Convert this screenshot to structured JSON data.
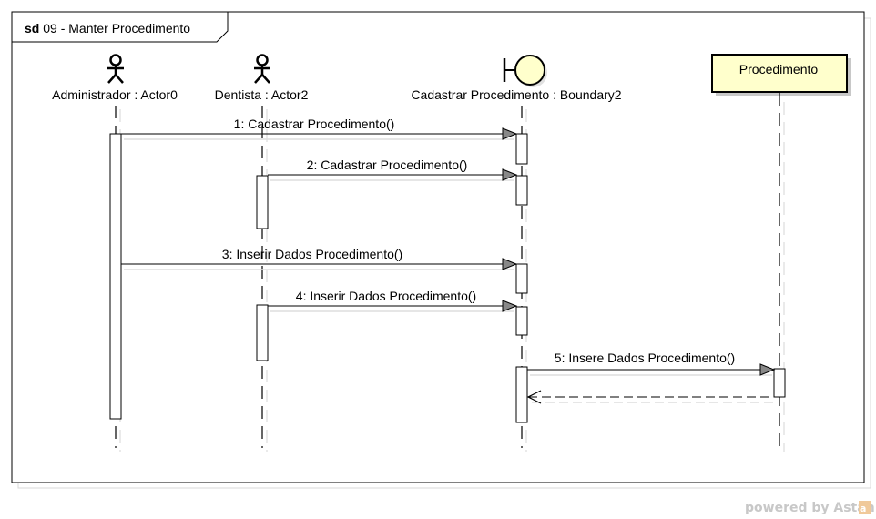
{
  "diagram": {
    "frame": {
      "keyword": "sd",
      "name": "09 - Manter Procedimento"
    },
    "lifelines": [
      {
        "id": "admin",
        "kind": "actor",
        "label": "Administrador : Actor0"
      },
      {
        "id": "dentista",
        "kind": "actor",
        "label": "Dentista : Actor2"
      },
      {
        "id": "boundary",
        "kind": "boundary",
        "label": "Cadastrar Procedimento : Boundary2"
      },
      {
        "id": "proc",
        "kind": "class",
        "label": "Procedimento",
        "fill": "#ffffcc"
      }
    ],
    "messages": [
      {
        "label": "1: Cadastrar Procedimento()",
        "from": "admin",
        "to": "boundary",
        "type": "sync"
      },
      {
        "label": "2: Cadastrar Procedimento()",
        "from": "dentista",
        "to": "boundary",
        "type": "sync"
      },
      {
        "label": "3: Inserir Dados Procedimento()",
        "from": "admin",
        "to": "boundary",
        "type": "sync"
      },
      {
        "label": "4: Inserir Dados Procedimento()",
        "from": "dentista",
        "to": "boundary",
        "type": "sync"
      },
      {
        "label": "5: Insere Dados Procedimento()",
        "from": "boundary",
        "to": "proc",
        "type": "sync"
      },
      {
        "label": "",
        "from": "proc",
        "to": "boundary",
        "type": "return"
      }
    ]
  },
  "footer": {
    "text": "powered by Astah"
  }
}
